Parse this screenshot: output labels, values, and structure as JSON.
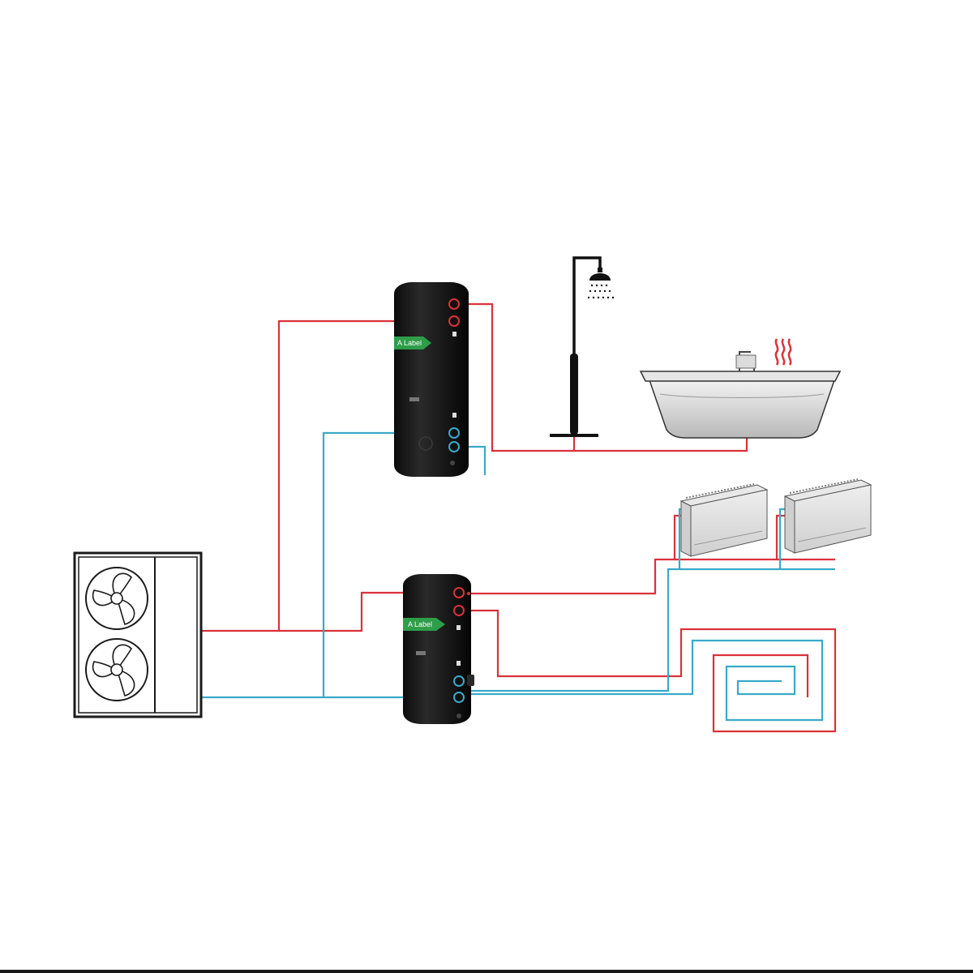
{
  "diagram": {
    "upper_tank": {
      "label": "A Label"
    },
    "lower_tank": {
      "label": "A Label"
    },
    "colors": {
      "hot_pipe": "#d9323a",
      "cold_pipe": "#3aa9c9",
      "tank_body": "#151515",
      "label_badge": "#2e9e49",
      "outline": "#1a1a1a"
    },
    "components": [
      "heat-pump-unit",
      "upper-hot-water-tank",
      "lower-buffer-tank",
      "shower",
      "bathtub",
      "fan-coil-unit-1",
      "fan-coil-unit-2",
      "underfloor-heating-loop"
    ]
  }
}
